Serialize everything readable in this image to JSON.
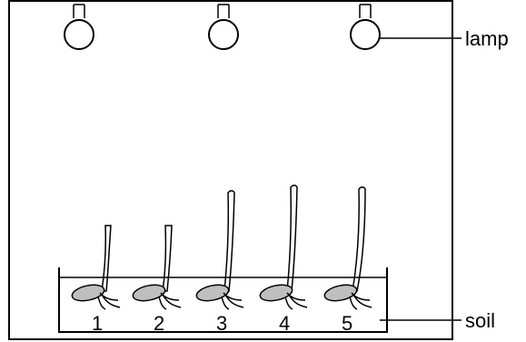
{
  "labels": {
    "lamp": "lamp",
    "soil": "soil"
  },
  "seedlings": [
    {
      "number": "1"
    },
    {
      "number": "2"
    },
    {
      "number": "3"
    },
    {
      "number": "4"
    },
    {
      "number": "5"
    }
  ],
  "colors": {
    "ink": "#000000",
    "seed_fill": "#bfbfbf",
    "background": "#ffffff"
  }
}
